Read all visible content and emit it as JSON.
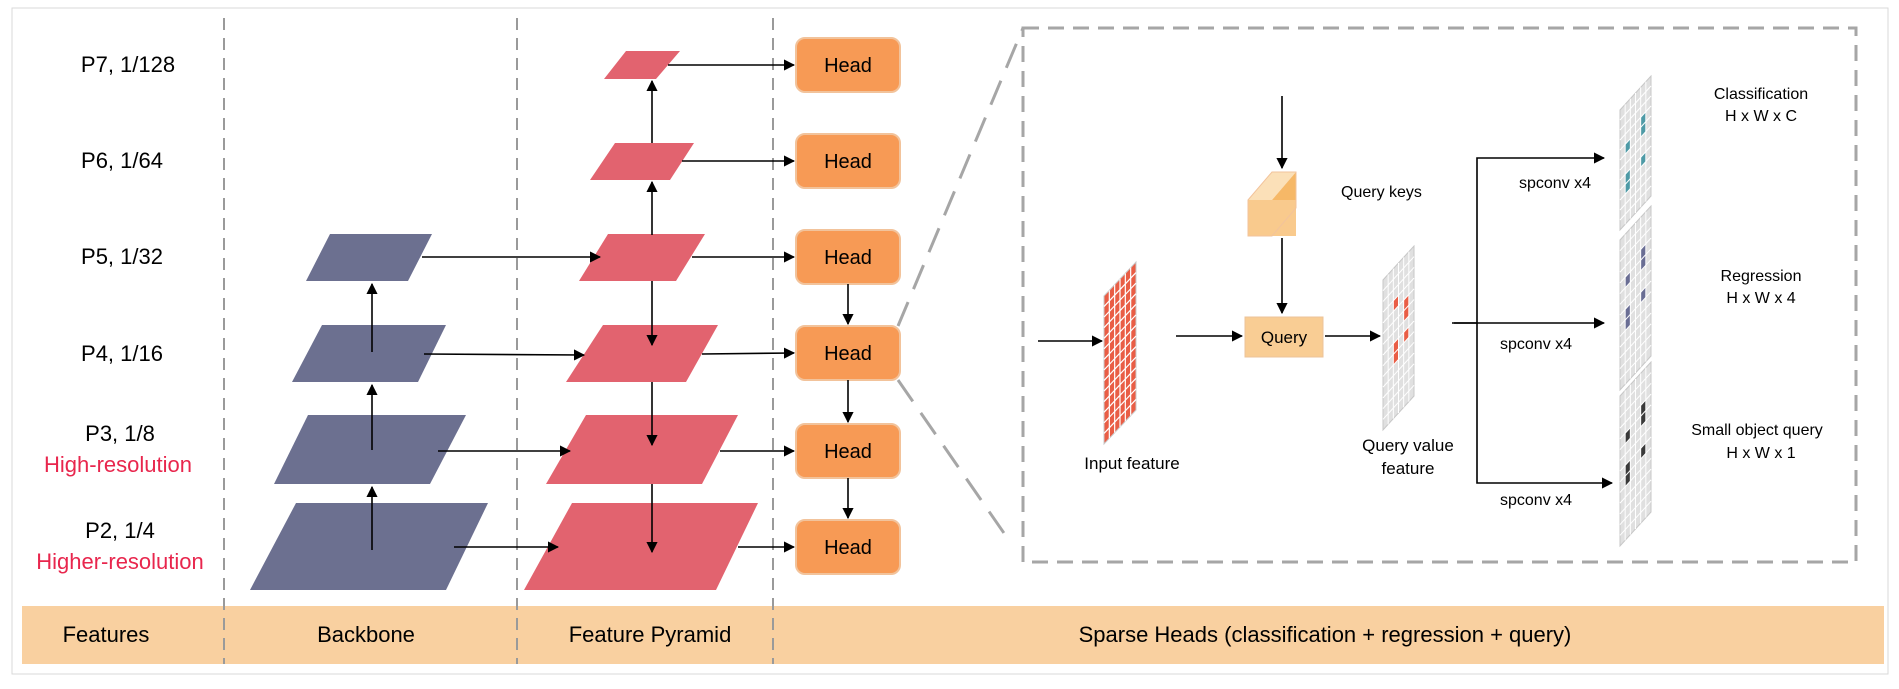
{
  "levels": [
    {
      "name": "P7, 1/128",
      "note": ""
    },
    {
      "name": "P6, 1/64",
      "note": ""
    },
    {
      "name": "P5, 1/32",
      "note": ""
    },
    {
      "name": "P4, 1/16",
      "note": ""
    },
    {
      "name": "P3, 1/8",
      "note": "High-resolution"
    },
    {
      "name": "P2, 1/4",
      "note": "Higher-resolution"
    }
  ],
  "head_label": "Head",
  "footer": {
    "features": "Features",
    "backbone": "Backbone",
    "feature_pyramid": "Feature Pyramid",
    "sparse_heads": "Sparse Heads (classification + regression + query)"
  },
  "detail": {
    "input_feature": "Input feature",
    "query_keys": "Query keys",
    "query": "Query",
    "query_value_line1": "Query value",
    "query_value_line2": "feature",
    "spconv": "spconv x4",
    "outputs": [
      {
        "title": "Classification",
        "shape": "H x W x C",
        "accent": "#4e9aa6"
      },
      {
        "title": "Regression",
        "shape": "H x W x 4",
        "accent": "#6a6e94"
      },
      {
        "title": "Small object query",
        "shape": "H x W x 1",
        "accent": "#3a3a3a"
      }
    ]
  },
  "colors": {
    "backbone": "#6c7090",
    "pyramid": "#e2636f",
    "head": "#f79a55",
    "footer_band": "#f9d0a0",
    "red_text": "#e8264d",
    "grid_red": "#e95d45",
    "query_box": "#f9cd94",
    "query_cube": "#f9ca8d"
  }
}
